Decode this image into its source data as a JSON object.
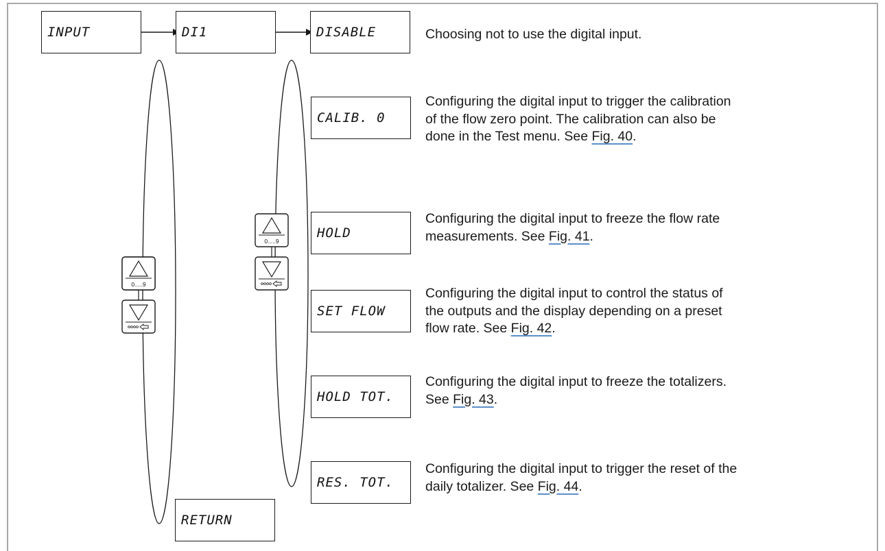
{
  "nodes": {
    "input": "INPUT",
    "di1": "DI1",
    "disable": "DISABLE",
    "calib0": "CALIB. 0",
    "hold": "HOLD",
    "set_flow": "SET FLOW",
    "hold_tot": "HOLD TOT.",
    "res_tot": "RES. TOT.",
    "return": "RETURN"
  },
  "keys": {
    "up_label": "0.....9",
    "up_icon": "triangle-up-icon",
    "down_icon": "triangle-down-icon",
    "down_sub_icon": "dots-arrow-left-icon"
  },
  "descriptions": {
    "disable": {
      "lines": [
        "Choosing not to use the digital input."
      ]
    },
    "calib0": {
      "line1": "Configuring the digital input to trigger the calibration",
      "line2": "of the flow zero point. The calibration can also be",
      "line3_pre": "done in the Test menu. See ",
      "link": "Fig. 40",
      "line3_post": "."
    },
    "hold": {
      "line1": "Configuring the digital input to freeze the flow rate",
      "line2_pre": "measurements. See ",
      "link": "Fig. 41",
      "line2_post": "."
    },
    "set_flow": {
      "line1": "Configuring the digital input to control the status of",
      "line2": "the outputs and the display depending on a preset",
      "line3_pre": "flow rate. See ",
      "link": "Fig. 42",
      "line3_post": "."
    },
    "hold_tot": {
      "line1": "Configuring the digital input to freeze the totalizers.",
      "line2_pre": "See ",
      "link": "Fig. 43",
      "line2_post": "."
    },
    "res_tot": {
      "line1": "Configuring the digital input to trigger the reset of the",
      "line2_pre": "daily totalizer. See ",
      "link": "Fig. 44",
      "line2_post": "."
    }
  },
  "colors": {
    "frame": "#a8a8a8",
    "stroke": "#1a1a1a",
    "link_underline": "#5b8fc9"
  }
}
